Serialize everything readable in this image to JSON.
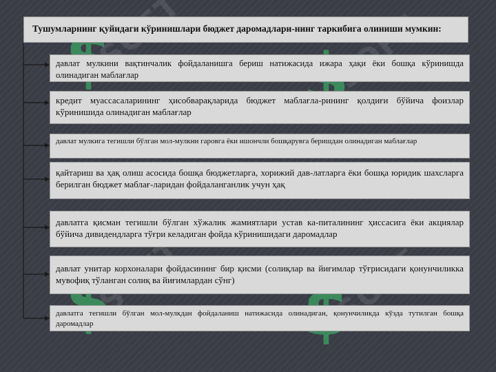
{
  "watermark": {
    "text": "SOFT",
    "sign": "$"
  },
  "title": "Тушумларнинг қуйидаги  кўринишлари бюджет даромадлари-нинг таркибига олиниши мумкин:",
  "items": [
    "давлат мулкини вақтинчалик фойдаланишга бериш натижасида ижара ҳақи ёки бошқа кўринишда олинадиган маблағлар",
    "кредит муассасаларининг ҳисобварақларида бюджет маблағла-рининг қолдиғи бўйича фоизлар кўринишида олинадиган маблағлар",
    "давлат мулкига тегишли бўлган мол-мулкни гаровга ёки ишончли бошқарувга беришдан олинадиган маблағлар",
    "қайтариш ва ҳақ олиш асосида бошқа бюджетларга, хорижий дав-латларга ёки бошқа юридик шахсларга берилган бюджет маблағ-ларидан фойдаланганлик учун ҳақ",
    "давлатга қисман  тегишли бўлган хўжалик жамиятлари  устав ка-питалининг ҳиссасига ёки акциялар бўйича дивидендларга тўғри келадиган фойда кўринишидаги даромадлар",
    "давлат унитар корхоналари фойдасининг бир қисми (солиқлар ва йиғимлар тўғрисидаги қонунчиликка мувофиқ тўланган солиқ ва йиғимлардан сўнг)",
    "давлатга тегишли бўлган мол-мулкдан фойдаланиш натижасида олинадиган, қонунчиликда кўзда тутилган бошқа даромадлар"
  ]
}
